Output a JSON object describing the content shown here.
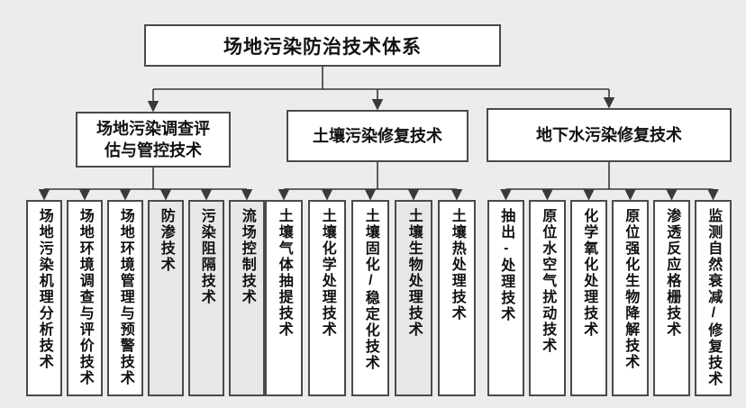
{
  "colors": {
    "background": "#ececec",
    "box_fill": "#ffffff",
    "box_fill_shaded": "#e7e7e7",
    "box_border": "#4a4a4a",
    "line": "#3a3a3a",
    "text": "#111111"
  },
  "diagram": {
    "title": "场地污染防治技术体系",
    "groups": [
      {
        "label": "场地污染调查评估与管控技术",
        "leaves": [
          {
            "label": "场地污染机理分析技术",
            "shaded": false
          },
          {
            "label": "场地环境调查与评价技术",
            "shaded": false
          },
          {
            "label": "场地环境管理与预警技术",
            "shaded": false
          },
          {
            "label": "防渗技术",
            "shaded": true
          },
          {
            "label": "污染阻隔技术",
            "shaded": true
          },
          {
            "label": "流场控制技术",
            "shaded": true
          }
        ]
      },
      {
        "label": "土壤污染修复技术",
        "leaves": [
          {
            "label": "土壤气体抽提技术",
            "shaded": false
          },
          {
            "label": "土壤化学处理技术",
            "shaded": false
          },
          {
            "label": "土壤固化/稳定化技术",
            "shaded": false
          },
          {
            "label": "土壤生物处理技术",
            "shaded": true
          },
          {
            "label": "土壤热处理技术",
            "shaded": false
          }
        ]
      },
      {
        "label": "地下水污染修复技术",
        "leaves": [
          {
            "label": "抽出-处理技术",
            "shaded": false
          },
          {
            "label": "原位水空气扰动技术",
            "shaded": false
          },
          {
            "label": "化学氧化处理技术",
            "shaded": false
          },
          {
            "label": "原位强化生物降解技术",
            "shaded": false
          },
          {
            "label": "渗透反应格栅技术",
            "shaded": false
          },
          {
            "label": "监测自然衰减/修复技术",
            "shaded": false
          }
        ]
      }
    ]
  }
}
